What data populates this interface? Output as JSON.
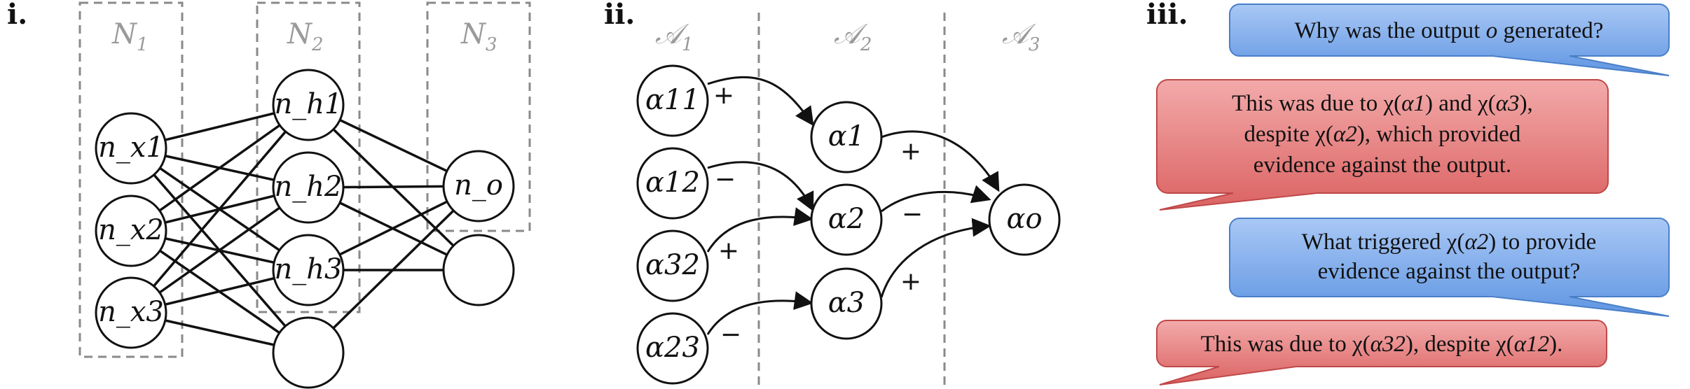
{
  "panel_labels": [
    "i.",
    "ii.",
    "iii."
  ],
  "neural_net": {
    "layers": [
      "N1",
      "N2",
      "N3"
    ],
    "nodes": {
      "x1": "n_x1",
      "x2": "n_x2",
      "x3": "n_x3",
      "h1": "n_h1",
      "h2": "n_h2",
      "h3": "n_h3",
      "o": "n_o"
    }
  },
  "argument_graph": {
    "columns": [
      "A1",
      "A2",
      "A3"
    ],
    "nodes": {
      "a11": "α11",
      "a12": "α12",
      "a32": "α32",
      "a23": "α23",
      "a1": "α1",
      "a2": "α2",
      "a3": "α3",
      "ao": "αo"
    },
    "edges": [
      {
        "from": "α11",
        "to": "α1",
        "sign": "+"
      },
      {
        "from": "α12",
        "to": "α2",
        "sign": "−"
      },
      {
        "from": "α32",
        "to": "α2",
        "sign": "+"
      },
      {
        "from": "α23",
        "to": "α3",
        "sign": "−"
      },
      {
        "from": "α1",
        "to": "αo",
        "sign": "+"
      },
      {
        "from": "α2",
        "to": "αo",
        "sign": "−"
      },
      {
        "from": "α3",
        "to": "αo",
        "sign": "+"
      }
    ]
  },
  "dialogue": {
    "colors": {
      "question": "#6a9fe8",
      "answer": "#e07070"
    },
    "q1": {
      "pre": "Why was the output ",
      "var": "o",
      "post": " generated?"
    },
    "a1": {
      "line1_pre": "This was due to χ(",
      "line1_v1": "α1",
      "line1_mid": ") and χ(",
      "line1_v2": "α3",
      "line1_post": "),",
      "line2_pre": "despite χ(",
      "line2_v": "α2",
      "line2_post": "), which provided",
      "line3": "evidence against the output."
    },
    "q2": {
      "line1_pre": "What triggered χ(",
      "line1_v": "α2",
      "line1_post": ") to provide",
      "line2": "evidence against the output?"
    },
    "a2": {
      "pre": "This was due to χ(",
      "v1": "α32",
      "mid": "), despite χ(",
      "v2": "α12",
      "post": ")."
    }
  }
}
